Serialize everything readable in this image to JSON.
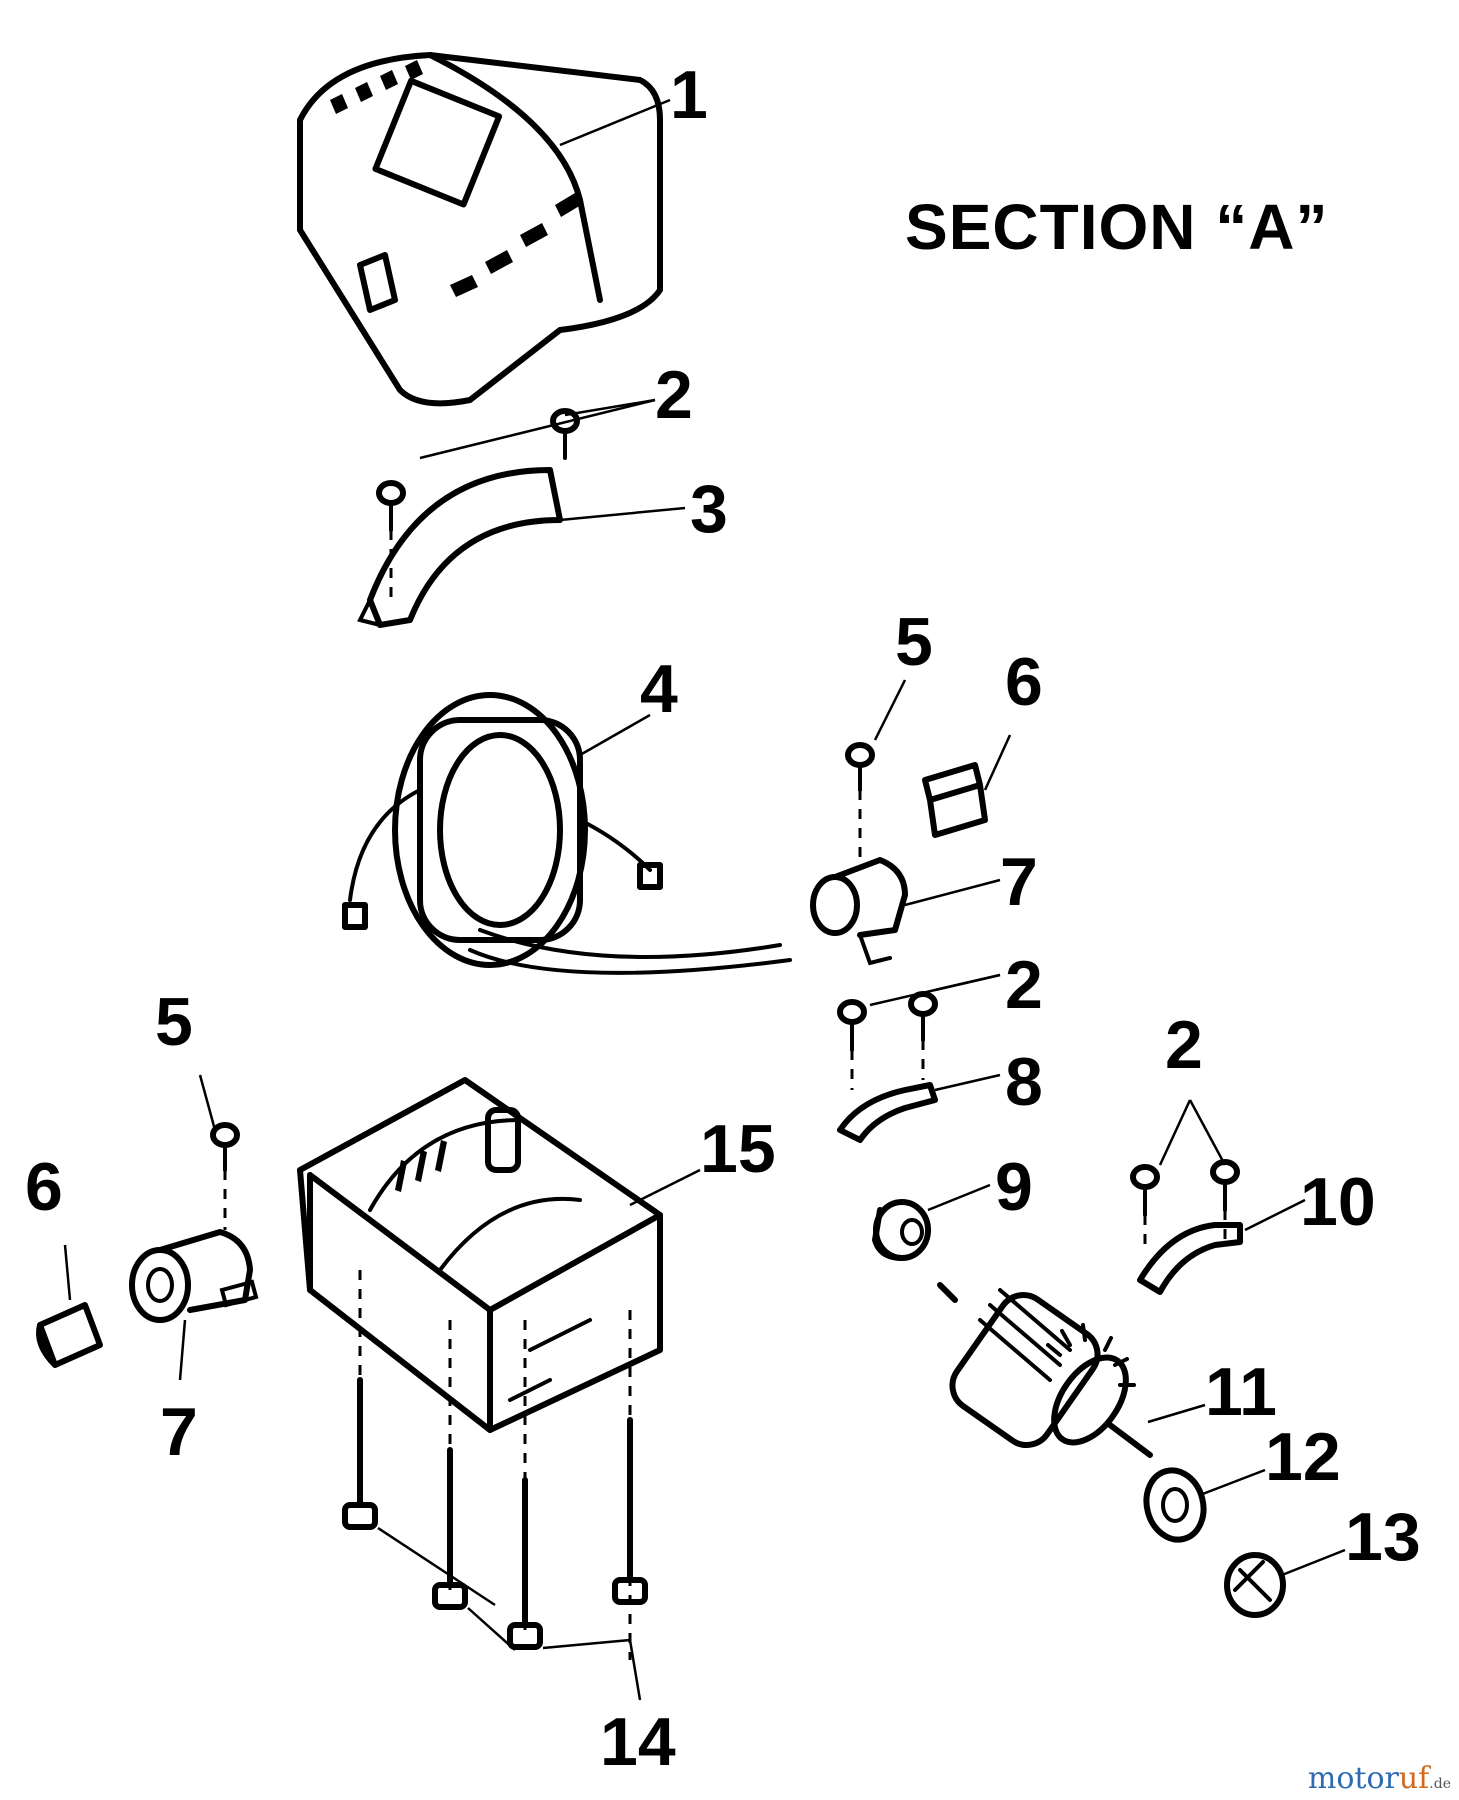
{
  "title": "SECTION “A”",
  "watermark": {
    "main": "motor",
    "accent": "uf",
    "tld": ".de"
  },
  "callouts": [
    {
      "number": "1",
      "part": "motor-cover"
    },
    {
      "number": "2",
      "part": "screw"
    },
    {
      "number": "3",
      "part": "cover-clamp"
    },
    {
      "number": "4",
      "part": "field-stator"
    },
    {
      "number": "5",
      "part": "screw"
    },
    {
      "number": "6",
      "part": "carbon-brush"
    },
    {
      "number": "7",
      "part": "brush-holder"
    },
    {
      "number": "2",
      "part": "screw"
    },
    {
      "number": "8",
      "part": "clamp"
    },
    {
      "number": "2",
      "part": "screw"
    },
    {
      "number": "9",
      "part": "bearing"
    },
    {
      "number": "10",
      "part": "clamp"
    },
    {
      "number": "15",
      "part": "motor-housing"
    },
    {
      "number": "5",
      "part": "screw"
    },
    {
      "number": "6",
      "part": "carbon-brush"
    },
    {
      "number": "7",
      "part": "brush-holder"
    },
    {
      "number": "11",
      "part": "armature"
    },
    {
      "number": "12",
      "part": "ball-bearing"
    },
    {
      "number": "13",
      "part": "fan"
    },
    {
      "number": "14",
      "part": "housing-screws"
    }
  ]
}
